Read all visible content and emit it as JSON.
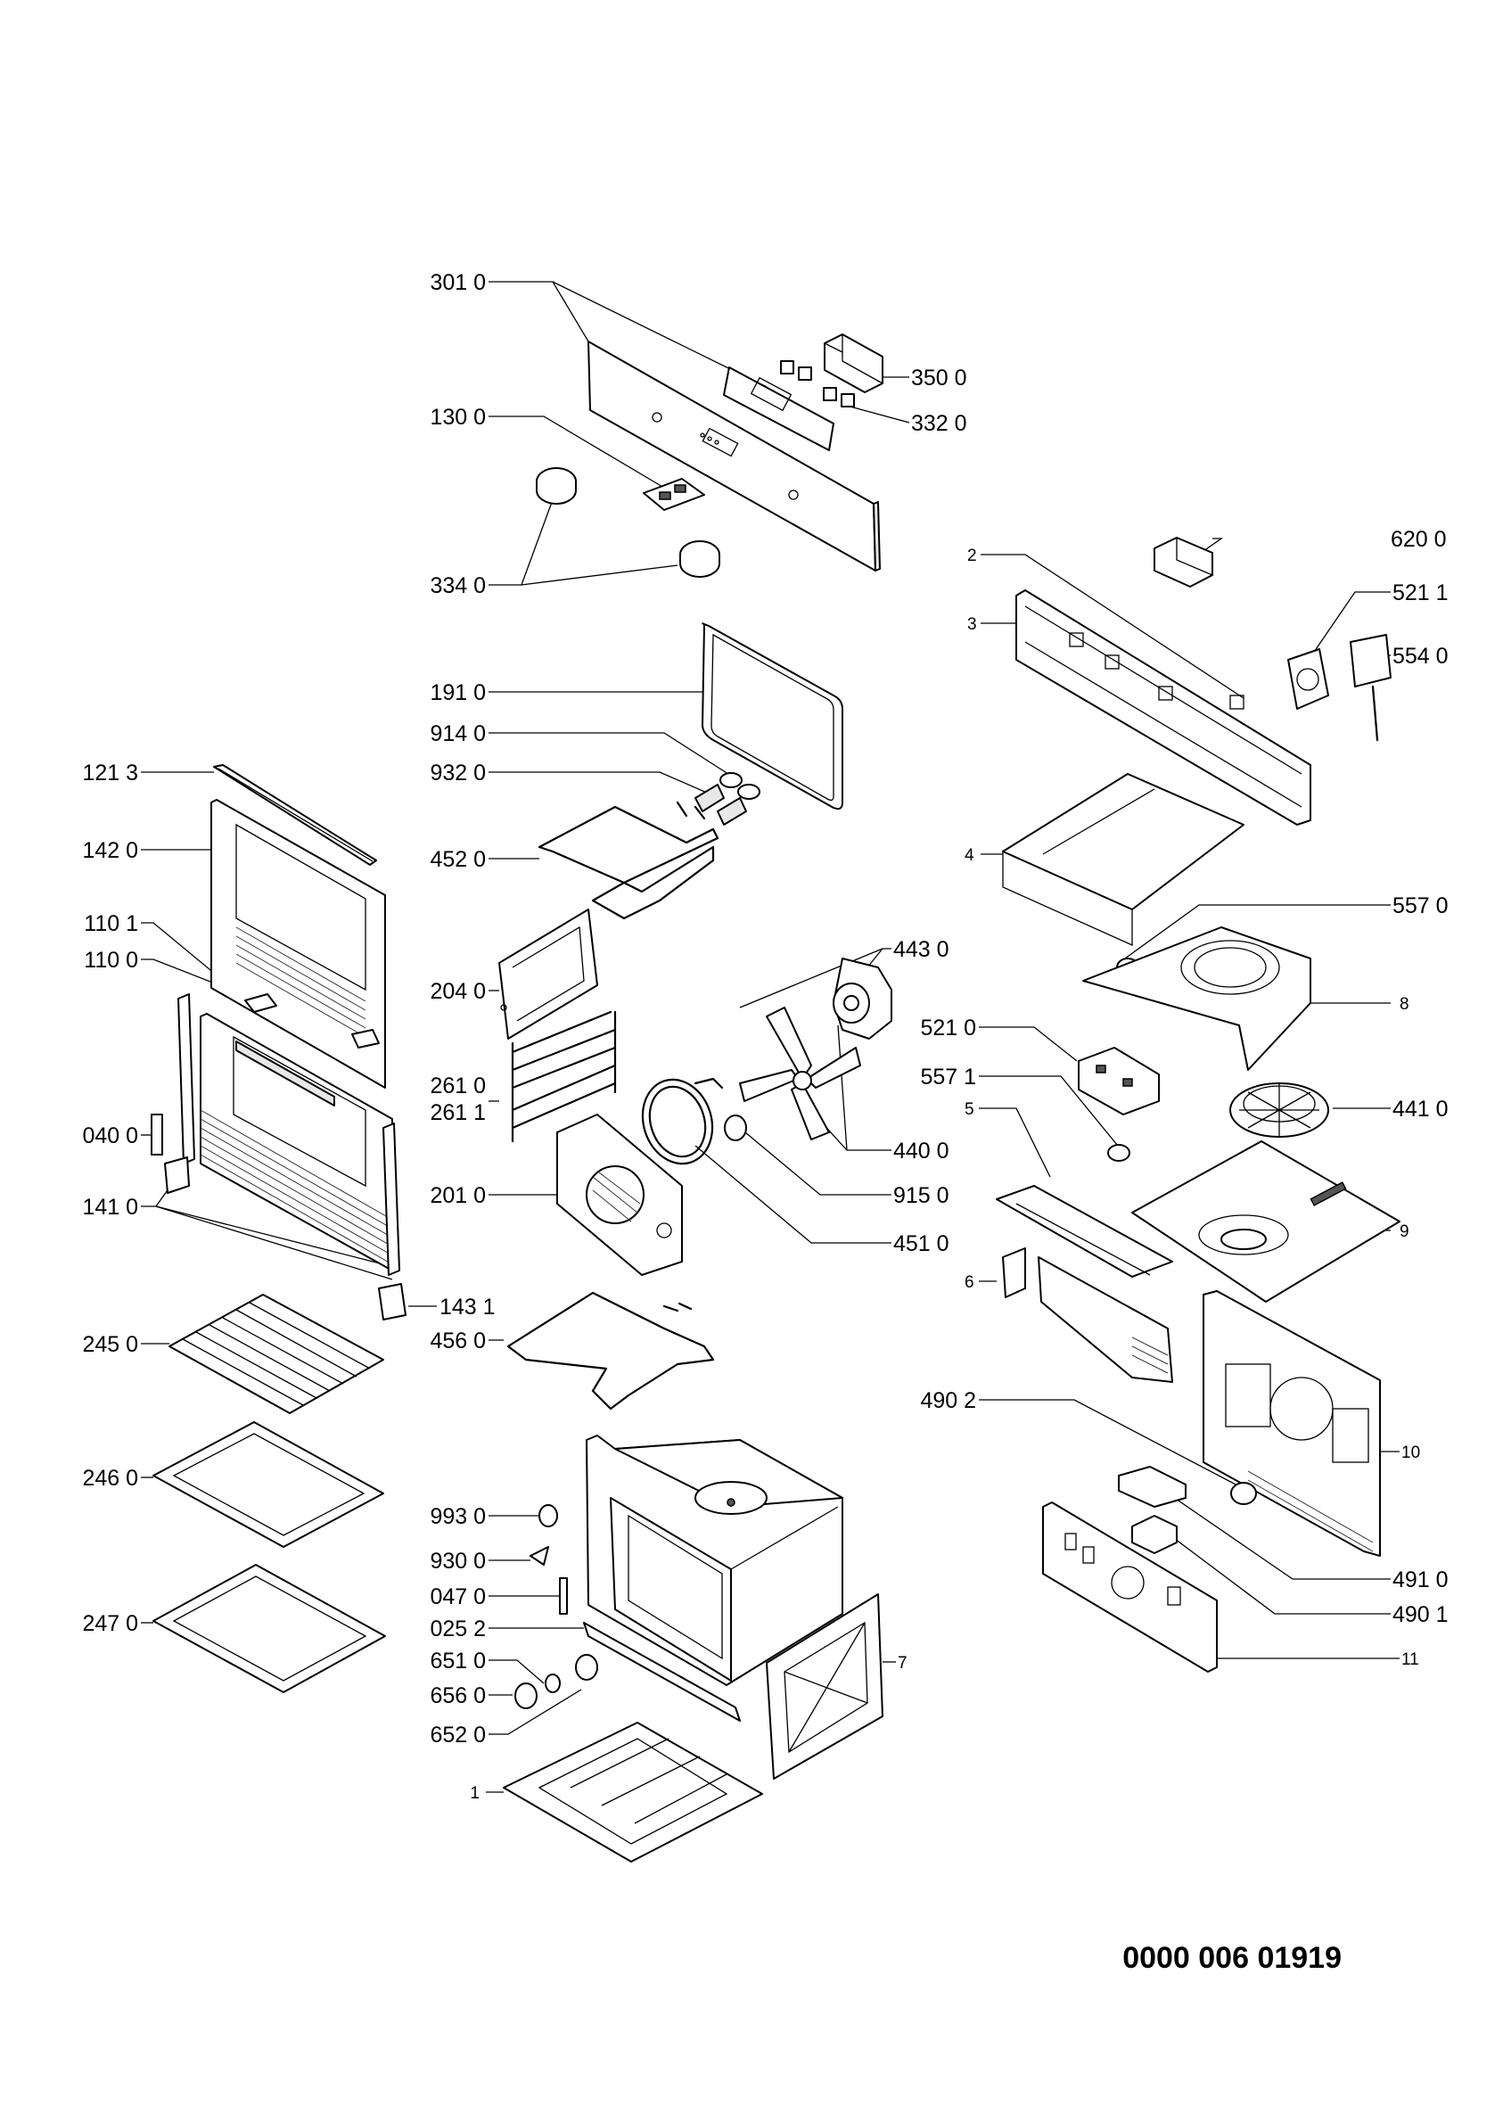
{
  "document_number": "0000 006 01919",
  "labels": {
    "l3010": "301 0",
    "l3500": "350 0",
    "l3320": "332 0",
    "l1300": "130 0",
    "l3340": "334 0",
    "l6200": "620 0",
    "l2": "2",
    "l3": "3",
    "l5211": "521 1",
    "l5540": "554 0",
    "l1910": "191 0",
    "l9140": "914 0",
    "l9320": "932 0",
    "l4520": "452 0",
    "l1213": "121 3",
    "l1420": "142 0",
    "l1101": "110 1",
    "l1100": "110 0",
    "l4": "4",
    "l5570": "557 0",
    "l4430": "443 0",
    "l8": "8",
    "l2040": "204 0",
    "l5210": "521 0",
    "l5571": "557 1",
    "l5": "5",
    "l2610": "261 0",
    "l2611": "261 1",
    "l0400": "040 0",
    "l4410": "441 0",
    "l4400": "440 0",
    "l1410": "141 0",
    "l2010": "201 0",
    "l9150": "915 0",
    "l9": "9",
    "l4510": "451 0",
    "l6": "6",
    "l1431": "143 1",
    "l4560": "456 0",
    "l2450": "245 0",
    "l4902": "490 2",
    "l10": "10",
    "l2460": "246 0",
    "l9930": "993 0",
    "l9300": "930 0",
    "l0470": "047 0",
    "l4910": "491 0",
    "l2470": "247 0",
    "l0252": "025 2",
    "l4901": "490 1",
    "l7": "7",
    "l6510": "651 0",
    "l11": "11",
    "l6560": "656 0",
    "l6520": "652 0",
    "l1": "1"
  }
}
